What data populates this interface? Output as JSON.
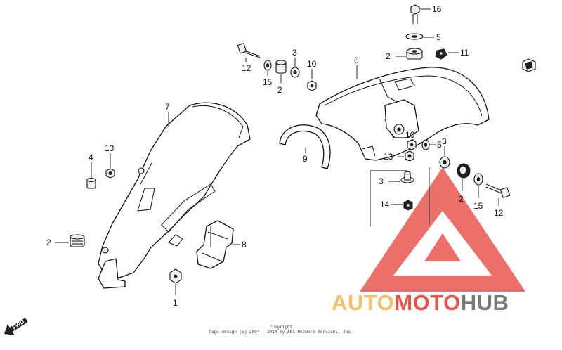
{
  "callouts": {
    "c16": "16",
    "c5a": "5",
    "c11": "11",
    "c2a": "2",
    "c3a": "3",
    "c10a": "10",
    "c12a": "12",
    "c15a": "15",
    "c2b": "2",
    "c6": "6",
    "c7": "7",
    "c9": "9",
    "c13a": "13",
    "c4": "4",
    "c10b": "10",
    "c5b": "5",
    "c3b": "3",
    "c13b": "13",
    "c3c": "3",
    "c14": "14",
    "c2c": "2",
    "c15b": "15",
    "c12b": "12",
    "c2d": "2",
    "c8": "8",
    "c1": "1"
  },
  "direction_label": "FWD",
  "copyright": {
    "line1": "Copyright",
    "line2": "Page design (c) 2004 - 2014 by ARI Network Services, Inc."
  },
  "watermark": {
    "part1": "AUTO",
    "part2": "MOTO",
    "part3": "HUB",
    "color_auto": "#f4c06a",
    "color_moto": "#e8544a",
    "color_hub": "#7a7a7a",
    "triangle_color": "#e8473f"
  }
}
